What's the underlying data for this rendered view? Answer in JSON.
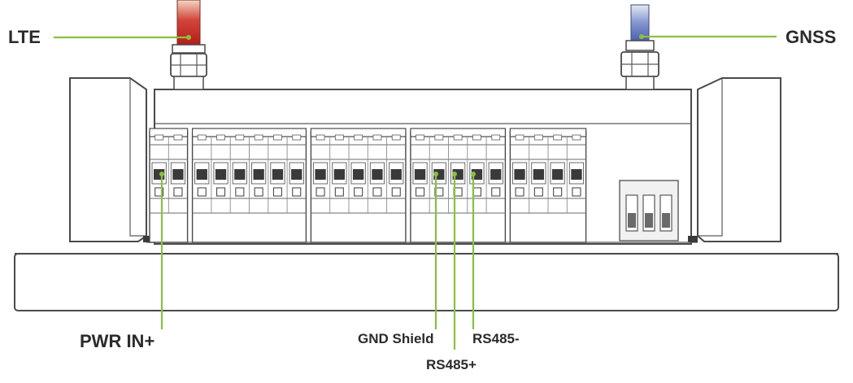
{
  "labels": {
    "lte": "LTE",
    "gnss": "GNSS",
    "pwr_in": "PWR IN+",
    "gnd_shield": "GND Shield",
    "rs485_plus": "RS485+",
    "rs485_minus": "RS485-"
  },
  "colors": {
    "leader": "#8cbf3f",
    "lte_antenna": "#c0261f",
    "gnss_antenna": "#5a6fb8",
    "outline": "#4a4a4a",
    "terminal_dark": "#3a3a3a"
  },
  "terminal_blocks": [
    {
      "name": "block-1",
      "pins": 2
    },
    {
      "name": "block-2",
      "pins": 6
    },
    {
      "name": "block-3",
      "pins": 5
    },
    {
      "name": "block-4",
      "pins": 5
    },
    {
      "name": "block-5",
      "pins": 4
    }
  ],
  "dip_switch": {
    "positions": 3
  }
}
